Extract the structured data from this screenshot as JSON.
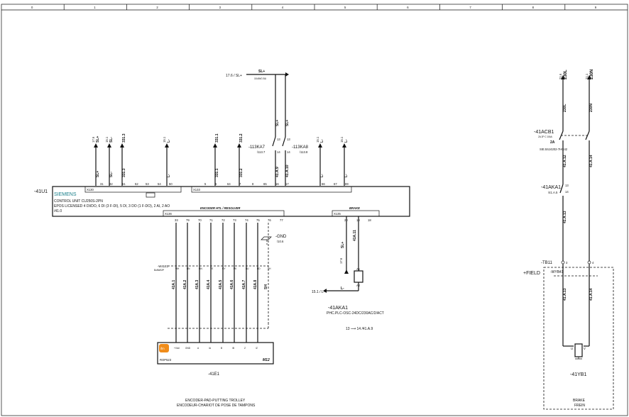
{
  "grid": {
    "columns": [
      "0",
      "1",
      "2",
      "3",
      "4",
      "5",
      "6",
      "7",
      "8",
      "9"
    ]
  },
  "supply": {
    "ref_sl_plus": "17.6 / SL+",
    "sl_plus": "SL+",
    "spec": "18 AWG BU",
    "ref_l_minus": "15.1 / L-",
    "l_minus": "L-"
  },
  "relays": {
    "ka7": {
      "tag": "-113KA7",
      "ref": "/113.7",
      "t1": "13",
      "t2": "14"
    },
    "ka8": {
      "tag": "-113KA8",
      "ref": "/113.8",
      "t1": "13",
      "t2": "14"
    }
  },
  "drive": {
    "tag": "-41U1",
    "brand": "SIEMENS",
    "line1": "CONTROL UNIT CU250S-2PN",
    "line2": "EPOS LICENSED 4 DI/DO, 6 DI (3 F-DI), 5 DI, 3 DO (1 F-DO), 2 AI, 2 AO",
    "line3": "/41.0",
    "connectors": {
      "x130": "X130",
      "x133": "X133",
      "x136": "X136",
      "x135": "X135"
    },
    "x130_pins": [
      "31",
      "32",
      "51",
      "52",
      "53",
      "54",
      "50"
    ],
    "x133_pins": [
      "5",
      "6",
      "64",
      "7",
      "8",
      "65",
      "16",
      "17",
      "66",
      "67",
      "69"
    ],
    "x136_pins": [
      "33",
      "79",
      "70",
      "71",
      "72",
      "73",
      "74",
      "75",
      "76",
      "77"
    ],
    "x135_pins": [
      "20",
      "19",
      "18"
    ],
    "encoder_title": "ENCODER HTL / RESOLVER",
    "brake_title": "BRAKE"
  },
  "top_wires": [
    {
      "ref": "17.6",
      "net": "SL+",
      "sub": "SL+"
    },
    {
      "ref": "15.1",
      "net": "331.3",
      "sub": "SL-"
    },
    {
      "ref": "15.1",
      "net": "L-",
      "sub": "SL-"
    },
    {
      "ref": "",
      "net": "331.1",
      "sub": "331.1"
    },
    {
      "ref": "",
      "net": "331.2",
      "sub": "331.2"
    },
    {
      "ref": "15.1",
      "net": "L-",
      "sub": "L-"
    },
    {
      "ref": "15.1",
      "net": "L-",
      "sub": "L-"
    }
  ],
  "top_wire_labels": [
    "SL+",
    "SL-",
    "331.3",
    "L-",
    "331.1",
    "331.2",
    "41.A.9",
    "41.A.10",
    "L-",
    "L-"
  ],
  "encoder_wires": [
    "41A.1",
    "41A.2",
    "41A.3",
    "41A.4",
    "41A.5",
    "41A.6",
    "41A.7",
    "41A.8",
    "SH"
  ],
  "encoder_colors": [
    "WH",
    "BN",
    "GN",
    "YE",
    "GY",
    "PK",
    "BU",
    "RD",
    "SH"
  ],
  "gnd": {
    "tag": "-GND",
    "ref": "/10.6"
  },
  "cable": {
    "tag": "-W41E1",
    "sub": "BoltW02P"
  },
  "encoder": {
    "brand": "ifm",
    "pins": [
      "+Vdd",
      "GND",
      "A",
      "/A",
      "B",
      "/B",
      "Z",
      "/Z"
    ],
    "model": "ROP523",
    "connector": "M12",
    "tag": "-41E1",
    "desc1": "ENCODER-PAD-PUTTING TROLLEY",
    "desc2": "ENCODEUR-CHARIOT DE POSE DE TAMPONS"
  },
  "brake_branch": {
    "wire": "41A.11",
    "sl_plus": "SL+",
    "ref": "17.6",
    "coil_a1": "A1",
    "coil_a2": "A2",
    "relay_tag": "-41AKA1",
    "relay_desc": "PHC.PLC-OSC-24DC/230AC/2/ACT",
    "contact_ref": "13 ⟶ 14 /41.A.9"
  },
  "mains": {
    "l_ref": "21.6",
    "l_net": "230L",
    "n_ref": "21.1",
    "n_net": "230N",
    "l_wire": "230L",
    "n_wire": "230N",
    "breaker_tag": "-41ACB1",
    "breaker_spec": "2A",
    "breaker_part": "SIE.5SJ4202-7HG42",
    "breaker_note": "2A 2P C 10kA",
    "w12": "41.A.12",
    "w14": "41.A.14",
    "ka1_tag": "-41AKA1",
    "ka1_ref": "/41.A.5",
    "ka1_t13": "13",
    "ka1_t14": "14",
    "w13": "41.A.13",
    "w13b": "41.A.13",
    "w14b": "41.A.14",
    "tb": "-TB11",
    "tb3": "3",
    "tb4": "4",
    "field": "+FIELD",
    "cable": "-WYB41",
    "coil_u": "U",
    "coil_v": "V",
    "yb_tag": "-41YB1",
    "brake1": "BRAKE",
    "brake2": "FREIN"
  }
}
